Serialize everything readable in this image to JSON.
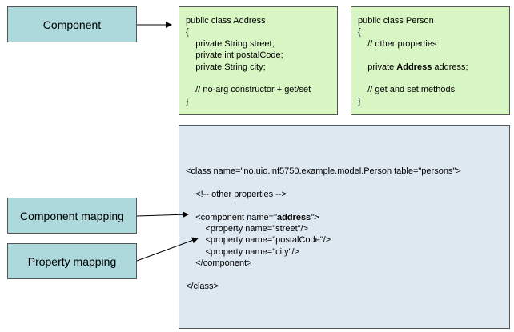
{
  "labels": {
    "component": "Component",
    "component_mapping": "Component mapping",
    "property_mapping": "Property mapping"
  },
  "address_class": {
    "lines": [
      "public class Address",
      "{",
      "    private String street;",
      "    private int postalCode;",
      "    private String city;",
      "",
      "    // no-arg constructor + get/set",
      "}"
    ]
  },
  "person_class": {
    "line1": "public class Person",
    "line2": "{",
    "line3": "    // other properties",
    "line5_pre": "    private ",
    "line5_bold": "Address",
    "line5_post": " address;",
    "line7": "    // get and set methods",
    "line8": "}"
  },
  "mapping": {
    "class_open": "<class name=\"no.uio.inf5750.example.model.Person table=\"persons\">",
    "comment": "    <!-- other properties -->",
    "component_pre": "    <component name=\"",
    "component_bold": "address",
    "component_post": "\">",
    "prop_street": "        <property name=\"street\"/>",
    "prop_postal": "        <property name=\"postalCode\"/>",
    "prop_city": "        <property name=\"city\"/>",
    "component_close": "    </component>",
    "class_close": "</class>"
  },
  "colors": {
    "label_fill": "#add8dc",
    "code_green": "#d8f5c4",
    "mapping_blue": "#dde8f1"
  }
}
